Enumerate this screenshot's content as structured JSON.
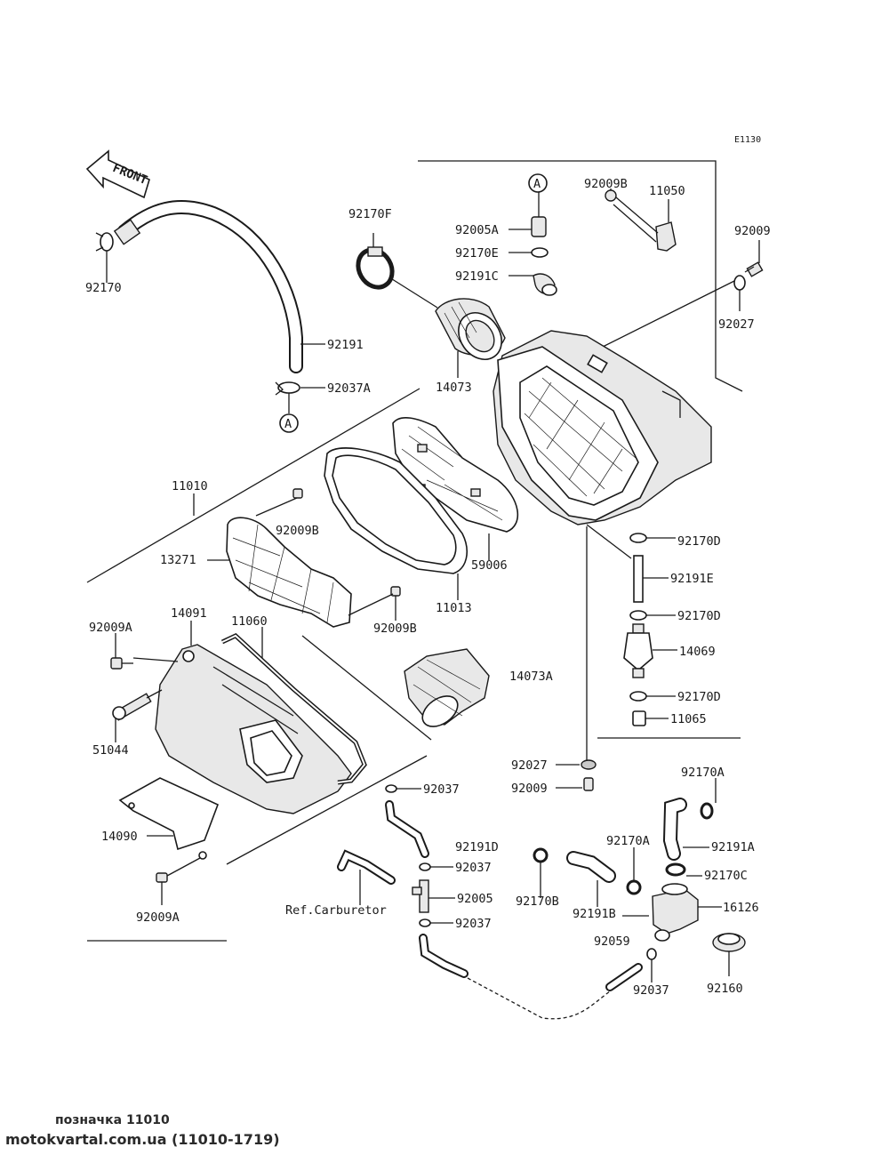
{
  "diagram_code": "E1130",
  "front_label": "FRONT",
  "ref_label": "A",
  "labels": {
    "p92170": "92170",
    "p92191": "92191",
    "p92037A": "92037A",
    "p92170F": "92170F",
    "p14073": "14073",
    "p92005A": "92005A",
    "p92170E": "92170E",
    "p92191C": "92191C",
    "p92009B_top": "92009B",
    "p11050": "11050",
    "p92009_top": "92009",
    "p92027_top": "92027",
    "p11010": "11010",
    "p92009B_a": "92009B",
    "p13271": "13271",
    "p59006": "59006",
    "p11013": "11013",
    "p92009B_b": "92009B",
    "p92170D_1": "92170D",
    "p92191E": "92191E",
    "p92170D_2": "92170D",
    "p14069": "14069",
    "p92170D_3": "92170D",
    "p11065": "11065",
    "p92009A_top": "92009A",
    "p14091": "14091",
    "p11060": "11060",
    "p14073A": "14073A",
    "p51044": "51044",
    "p92027_bot": "92027",
    "p92009_bot": "92009",
    "p92037_1": "92037",
    "p92170A_1": "92170A",
    "p14090": "14090",
    "p92191D": "92191D",
    "p92170A_2": "92170A",
    "p92191A": "92191A",
    "p92037_2": "92037",
    "p92170C": "92170C",
    "p92005": "92005",
    "p92170B": "92170B",
    "p92191B": "92191B",
    "p16126": "16126",
    "p92009A_bot": "92009A",
    "refCarb": "Ref.Carburetor",
    "p92037_3": "92037",
    "p92059": "92059",
    "p92037_4": "92037",
    "p92160": "92160"
  },
  "footer": {
    "line1": "позначка 11010",
    "line2": "motokvartal.com.ua (11010-1719)"
  }
}
